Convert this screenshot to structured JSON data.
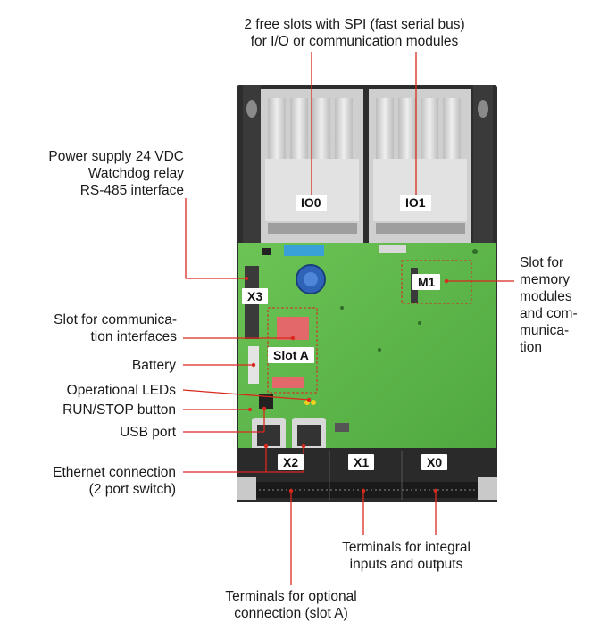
{
  "callouts": {
    "top_slots": [
      "2 free slots with SPI (fast serial bus)",
      "for I/O or communication modules"
    ],
    "power": [
      "Power supply 24 VDC",
      "Watchdog relay",
      "RS-485 interface"
    ],
    "comm_slot": [
      "Slot for communica-",
      "tion interfaces"
    ],
    "battery": "Battery",
    "leds": "Operational LEDs",
    "run_stop": "RUN/STOP button",
    "usb": "USB port",
    "ethernet": [
      "Ethernet connection",
      "(2 port switch)"
    ],
    "memory_slot": [
      "Slot for",
      "memory",
      "modules",
      "and com-",
      "munica-",
      "tion"
    ],
    "integral_terminals": [
      "Terminals for integral",
      "inputs and outputs"
    ],
    "optional_terminals": [
      "Terminals for optional",
      "connection (slot A)"
    ]
  },
  "tags": {
    "io0": "IO0",
    "io1": "IO1",
    "m1": "M1",
    "x3": "X3",
    "slot_a": "Slot A",
    "x2": "X2",
    "x1": "X1",
    "x0": "X0"
  },
  "colors": {
    "pcb": "#5fb84a",
    "pcb_dark": "#3f8f34",
    "housing": "#2b2b2b",
    "leader": "#d9281e",
    "text": "#1a1a1a",
    "led_yellow": "#f2d21b"
  }
}
